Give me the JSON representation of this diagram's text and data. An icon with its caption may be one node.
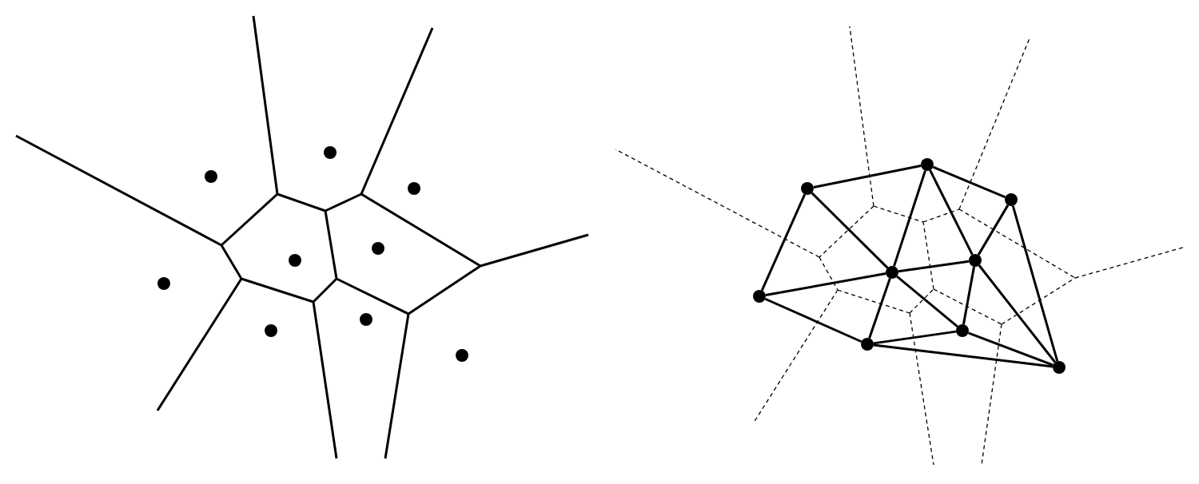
{
  "diagram": {
    "nodes": [
      {
        "text": [],
        "shape": "circle"
      },
      {
        "text": [],
        "shape": "circle"
      },
      {
        "text": [],
        "shape": "circle"
      },
      {
        "text": [],
        "shape": "circle"
      },
      {
        "text": [],
        "shape": "circle"
      },
      {
        "text": [],
        "shape": "circle"
      },
      {
        "text": [],
        "shape": "circle"
      },
      {
        "text": [],
        "shape": "circle"
      },
      {
        "text": [],
        "shape": "circle"
      },
      {
        "text": [],
        "shape": "circle"
      },
      {
        "text": [],
        "shape": "circle"
      },
      {
        "text": [],
        "shape": "circle"
      },
      {
        "text": [],
        "shape": "circle"
      },
      {
        "text": [],
        "shape": "circle"
      },
      {
        "text": [],
        "shape": "circle"
      },
      {
        "text": [],
        "shape": "circle"
      },
      {
        "text": [],
        "shape": "circle"
      },
      {
        "text": [],
        "shape": "circle"
      }
    ],
    "edges": [
      {
        "from": 10,
        "to": 13,
        "arrow": "none"
      },
      {
        "from": 13,
        "to": 16,
        "arrow": "none"
      },
      {
        "from": 9,
        "to": 10,
        "arrow": "none"
      },
      {
        "from": 10,
        "to": 12,
        "arrow": "none"
      },
      {
        "from": 9,
        "to": 12,
        "arrow": "none"
      },
      {
        "from": 12,
        "to": 15,
        "arrow": "none"
      },
      {
        "from": 9,
        "to": 11,
        "arrow": "none"
      },
      {
        "from": 11,
        "to": 12,
        "arrow": "none"
      },
      {
        "from": 12,
        "to": 13,
        "arrow": "none"
      },
      {
        "from": 13,
        "to": 15,
        "arrow": "none"
      },
      {
        "from": 15,
        "to": 16,
        "arrow": "none"
      },
      {
        "from": 16,
        "to": 17,
        "arrow": "none"
      },
      {
        "from": 12,
        "to": 14,
        "arrow": "none"
      },
      {
        "from": 14,
        "to": 15,
        "arrow": "none"
      },
      {
        "from": 15,
        "to": 17,
        "arrow": "none"
      },
      {
        "from": 11,
        "to": 14,
        "arrow": "none"
      },
      {
        "from": 11,
        "to": 17,
        "arrow": "none"
      },
      {
        "from": 14,
        "to": 17,
        "arrow": "none"
      }
    ]
  }
}
